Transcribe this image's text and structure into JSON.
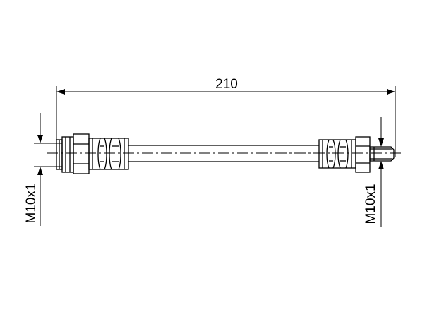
{
  "drawing": {
    "overall_length": "210",
    "left_thread": "M10x1",
    "right_thread": "M10x1"
  }
}
